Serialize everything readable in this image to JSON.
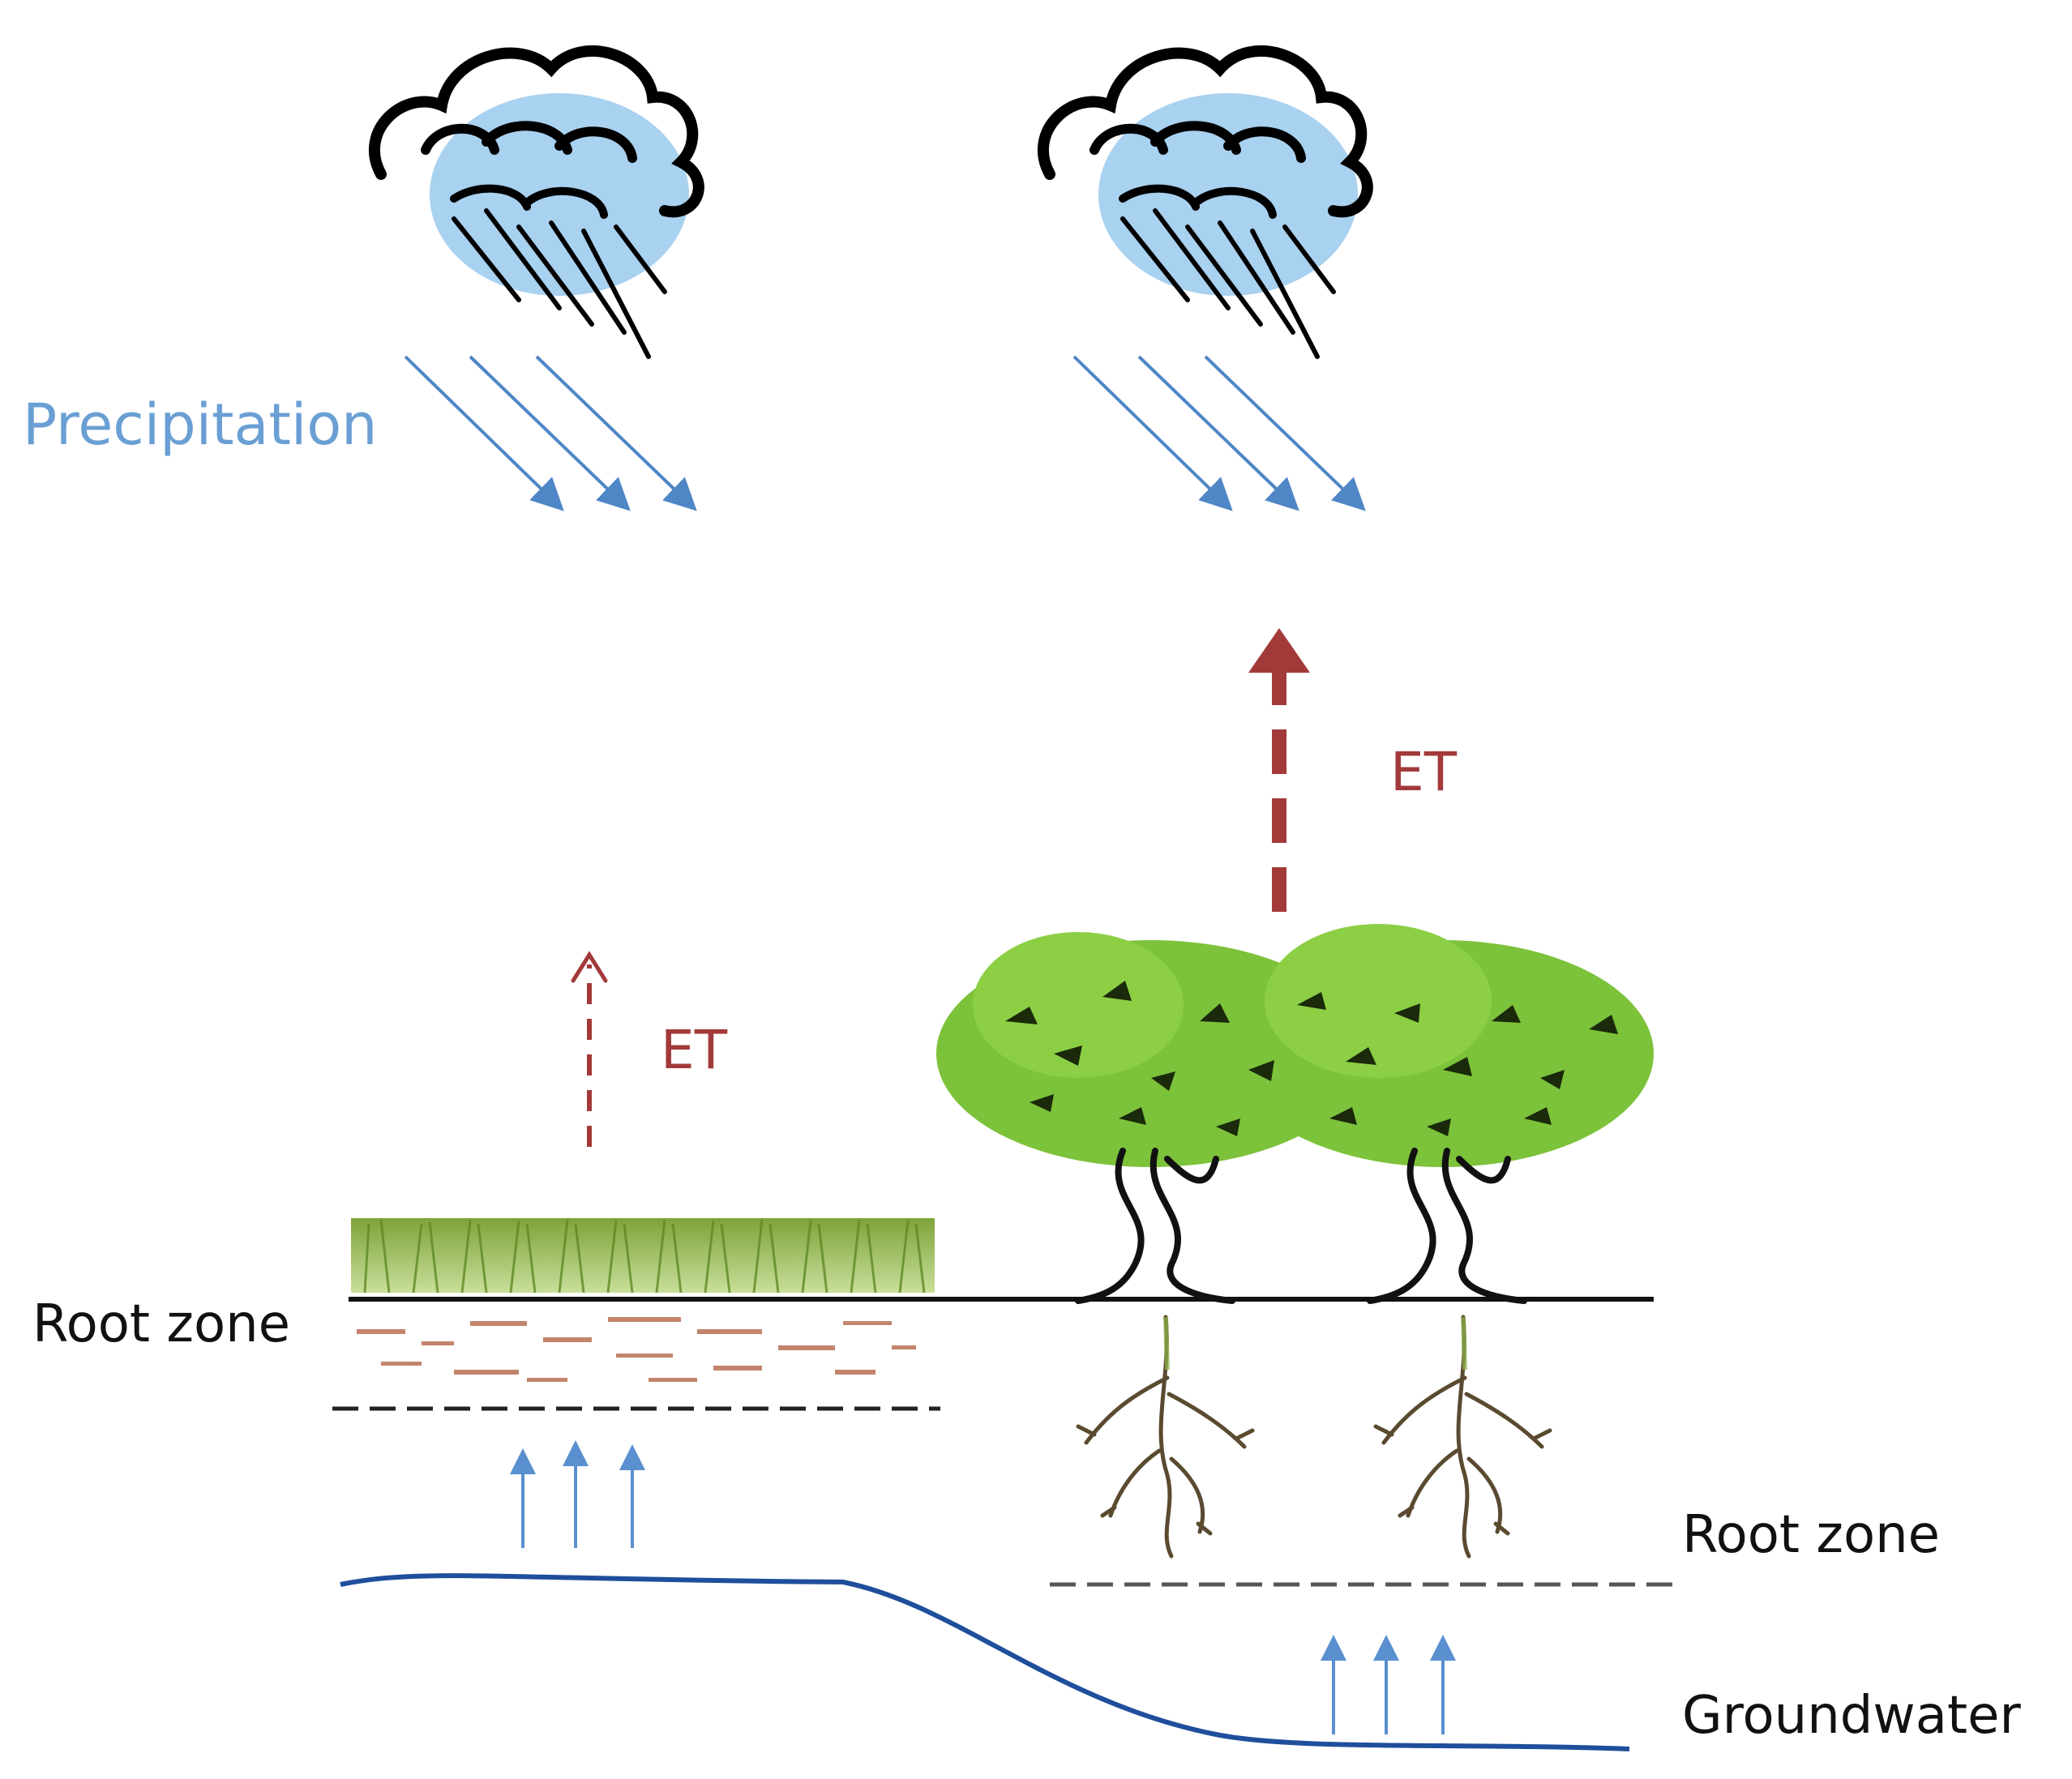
{
  "labels": {
    "precipitation": "Precipitation",
    "et_left": "ET",
    "et_right": "ET",
    "root_zone_left": "Root zone",
    "root_zone_right": "Root zone",
    "groundwater": "Groundwater"
  },
  "colors": {
    "precipitation_text": "#6a9fd4",
    "rain_arrow": "#4f86c6",
    "cloud_fill": "#a9d1f0",
    "et": "#a33a3a",
    "groundwater_line": "#1f4f9c",
    "capillary_arrow": "#5a8fd0",
    "grass": "#8fb54a",
    "tree_leaf": "#7cc23a",
    "soil": "#b05c3c"
  }
}
